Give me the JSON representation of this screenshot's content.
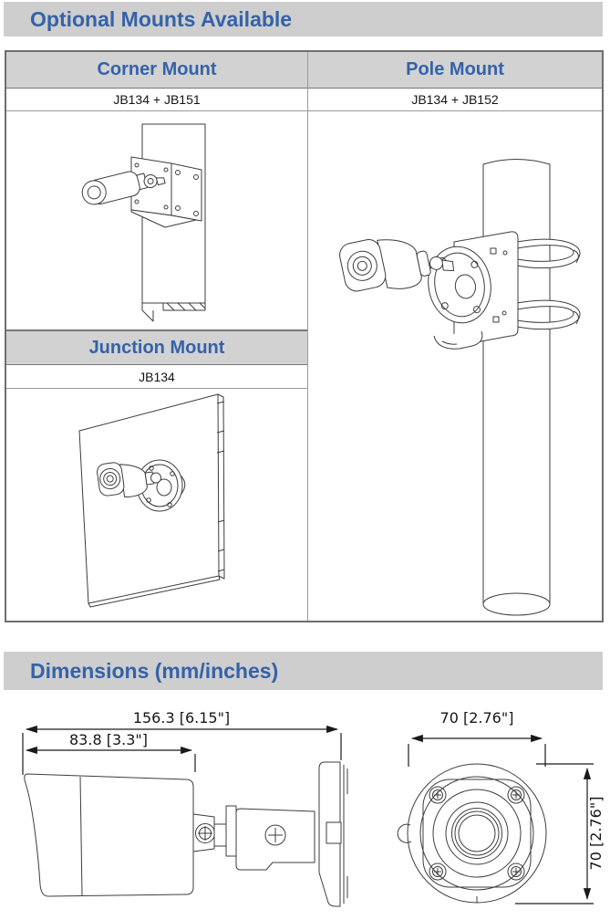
{
  "title_bars": {
    "mounts": "Optional Mounts Available",
    "dimensions": "Dimensions (mm/inches)"
  },
  "mounts": {
    "corner": {
      "title": "Corner Mount",
      "model": "JB134 + JB151"
    },
    "pole": {
      "title": "Pole Mount",
      "model": "JB134 + JB152"
    },
    "junction": {
      "title": "Junction Mount",
      "model": "JB134"
    }
  },
  "dimensions": {
    "side": {
      "overall_length": "156.3 [6.15\"]",
      "body_length": "83.8 [3.3\"]"
    },
    "front": {
      "width": "70 [2.76\"]",
      "height": "70 [2.76\"]"
    }
  },
  "colors": {
    "accent_blue": "#3562A8",
    "bar_gray": "#CECECE",
    "header_gray": "#D2D2D3",
    "table_border": "#6E6E6E",
    "drawing_line": "#3D3D3D"
  }
}
